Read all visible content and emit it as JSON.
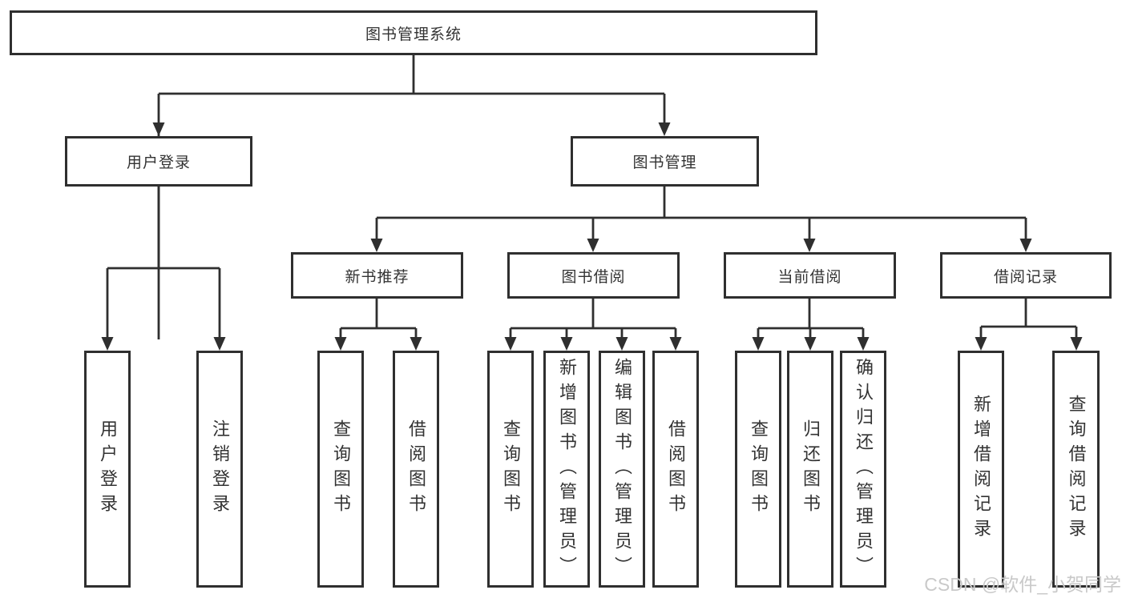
{
  "tree": {
    "label": "图书管理系统",
    "children": [
      {
        "label": "用户登录",
        "children": [
          {
            "label": "用户登录"
          },
          {
            "label": "注销登录"
          }
        ]
      },
      {
        "label": "图书管理",
        "children": [
          {
            "label": "新书推荐",
            "children": [
              {
                "label": "查询图书"
              },
              {
                "label": "借阅图书"
              }
            ]
          },
          {
            "label": "图书借阅",
            "children": [
              {
                "label": "查询图书"
              },
              {
                "label": "新增图书（管理员）"
              },
              {
                "label": "编辑图书（管理员）"
              },
              {
                "label": "借阅图书"
              }
            ]
          },
          {
            "label": "当前借阅",
            "children": [
              {
                "label": "查询图书"
              },
              {
                "label": "归还图书"
              },
              {
                "label": "确认归还（管理员）"
              }
            ]
          },
          {
            "label": "借阅记录",
            "children": [
              {
                "label": "新增借阅记录"
              },
              {
                "label": "查询借阅记录"
              }
            ]
          }
        ]
      }
    ]
  },
  "watermark": {
    "text": "CSDN @软件_小贺同学"
  },
  "colors": {
    "line": "#2f2f2f",
    "box_border": "#2f2f2f",
    "text": "#333333",
    "background": "#ffffff",
    "watermark": "#c9c9c9"
  }
}
